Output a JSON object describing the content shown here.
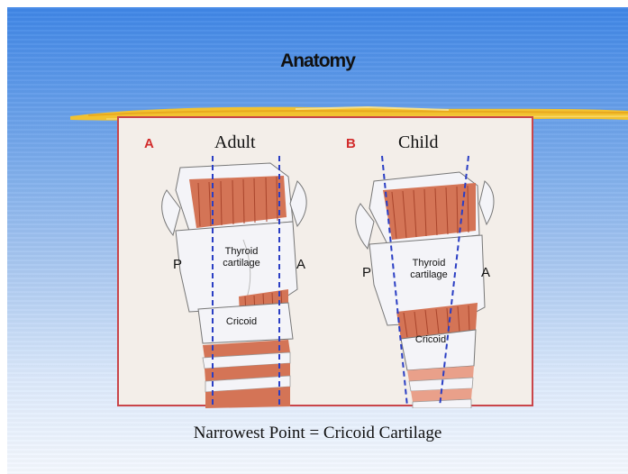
{
  "slide": {
    "title": "Anatomy",
    "caption": "Narrowest Point = Cricoid Cartilage"
  },
  "figure": {
    "panel_a": {
      "letter": "A",
      "title": "Adult",
      "posterior": "P",
      "anterior": "A",
      "thyroid": "Thyroid\ncartilage",
      "cricoid": "Cricoid"
    },
    "panel_b": {
      "letter": "B",
      "title": "Child",
      "posterior": "P",
      "anterior": "A",
      "thyroid": "Thyroid\ncartilage",
      "cricoid": "Cricoid"
    }
  },
  "colors": {
    "background_top": "#3f86e6",
    "background_bottom": "#f4f8fe",
    "brush_stroke": "#f2c230",
    "frame": "#c9454a",
    "panel_letter": "#d22c2c",
    "cartilage": "#f4f4f8",
    "muscle": "#d47456",
    "guide_line": "#2a3ec4"
  }
}
